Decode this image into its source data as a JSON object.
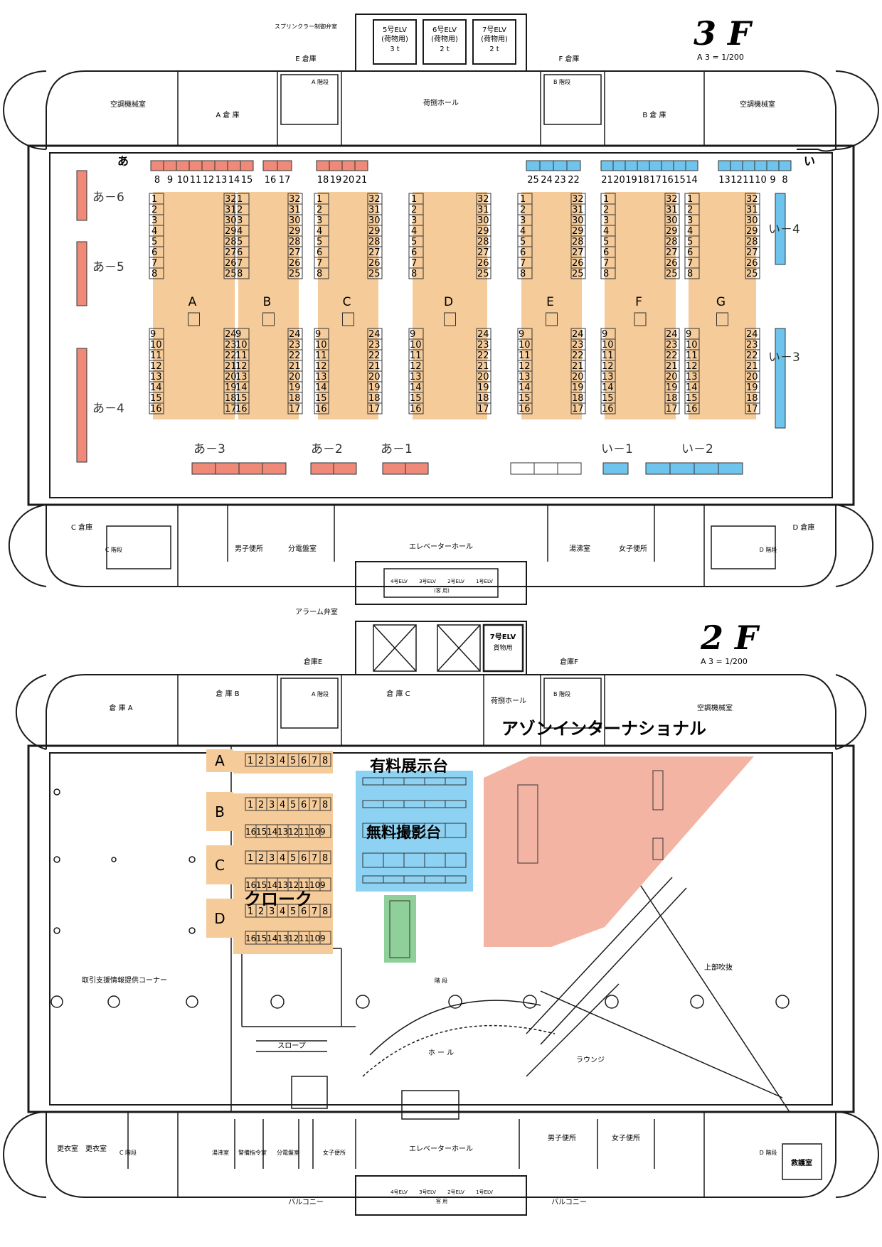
{
  "floor3": {
    "title": "3 F",
    "scale": "A 3 = 1/200",
    "rooms": {
      "elv5": "5号ELV",
      "elv5_sub": "(荷物用)",
      "elv5_cap": "3 t",
      "elv6": "6号ELV",
      "elv6_sub": "(荷物用)",
      "elv6_cap": "2 t",
      "elv7": "7号ELV",
      "elv7_sub": "(荷物用)",
      "elv7_cap": "2 t",
      "sprinkler": "スプリンクラー制御弁室",
      "e_storage": "E 倉庫",
      "f_storage": "F 倉庫",
      "a_stairs": "A 階段",
      "b_stairs": "B 階段",
      "cargo_hall": "荷捌ホール",
      "ac_left": "空調機械室",
      "ac_right": "空調機械室",
      "a_storage": "A 倉 庫",
      "b_storage": "B 倉 庫",
      "c_storage": "C 倉庫",
      "d_storage": "D 倉庫",
      "mens": "男子便所",
      "dist": "分電盤室",
      "elev_hall": "エレベーターホール",
      "kettle": "湯沸室",
      "womens": "女子便所",
      "elv4": "4号ELV",
      "elv3": "3号ELV",
      "elv2": "2号ELV",
      "elv1": "1号ELV",
      "elv_guest": "(客 用)",
      "c_stairs": "C 階段",
      "d_stairs": "D 階段"
    },
    "zone_a": "あ",
    "zone_i": "い",
    "a_wall_nums": [
      "8",
      "9",
      "10",
      "11",
      "12",
      "13",
      "14",
      "15"
    ],
    "a_1617": [
      "16",
      "17"
    ],
    "a_1821": [
      "18",
      "19",
      "20",
      "21"
    ],
    "i_2522": [
      "25",
      "24",
      "23",
      "22"
    ],
    "i_2114": [
      "21",
      "20",
      "19",
      "18",
      "17",
      "16",
      "15",
      "14"
    ],
    "i_138": [
      "13",
      "12",
      "11",
      "10",
      "9",
      "8"
    ],
    "side_labels": {
      "a6": "あ－6",
      "a5": "あ－5",
      "a4": "あ－4",
      "i4": "い－4",
      "i3": "い－3"
    },
    "bottom_labels": {
      "a3": "あ－3",
      "a2": "あ－2",
      "a1": "あ－1",
      "i1": "い－1",
      "i2": "い－2"
    },
    "islands": [
      "A",
      "B",
      "C",
      "D",
      "E",
      "F",
      "G"
    ],
    "island_left_top": [
      "1",
      "2",
      "3",
      "4",
      "5",
      "6",
      "7",
      "8"
    ],
    "island_right_top": [
      "32",
      "31",
      "30",
      "29",
      "28",
      "27",
      "26",
      "25"
    ],
    "island_left_bottom": [
      "9",
      "10",
      "11",
      "12",
      "13",
      "14",
      "15",
      "16"
    ],
    "island_right_bottom": [
      "24",
      "23",
      "22",
      "21",
      "20",
      "19",
      "18",
      "17"
    ]
  },
  "floor2": {
    "title": "2 F",
    "scale": "A 3 = 1/200",
    "rooms": {
      "alarm": "アラーム弁室",
      "elv7": "7号ELV",
      "elv7_sub": "貨物用",
      "storage_e": "倉庫E",
      "storage_f": "倉庫F",
      "storage_a": "倉 庫 A",
      "storage_b": "倉 庫 B",
      "storage_c": "倉 庫 C",
      "a_stairs": "A 階段",
      "b_stairs": "B 階段",
      "cargo_hall": "荷捌ホール",
      "ac_room": "空調機械室",
      "trade_corner": "取引支援情報提供コーナー",
      "slope": "スロープ",
      "stairs": "階 段",
      "hall": "ホ ー ル",
      "lounge": "ラウンジ",
      "atrium": "上部吹抜",
      "locker1": "更衣室",
      "locker2": "更衣室",
      "c_stairs": "C 階段",
      "kettle": "湯沸室",
      "security": "警備指令室",
      "dist": "分電盤室",
      "womens_l": "女子便所",
      "elev_hall": "エレベーターホール",
      "mens": "男子便所",
      "womens_r": "女子便所",
      "d_stairs": "D 階段",
      "rescue": "救護室",
      "balcony_l": "バルコニー",
      "balcony_r": "バルコニー",
      "elv4": "4号ELV",
      "elv3": "3号ELV",
      "elv2": "2号ELV",
      "elv1": "1号ELV",
      "elv_guest": "客 用"
    },
    "rows": [
      "A",
      "B",
      "C",
      "D"
    ],
    "row_top_nums": [
      "1",
      "2",
      "3",
      "4",
      "5",
      "6",
      "7",
      "8"
    ],
    "row_bottom_nums": [
      "16",
      "15",
      "14",
      "13",
      "12",
      "11",
      "10",
      "9"
    ],
    "paid_display": "有料展示台",
    "free_photo": "無料撮影台",
    "cloak": "クローク",
    "exhibitor": "アゾンインターナショナル"
  },
  "colors": {
    "orange": "#f5cb9a",
    "salmon": "#ef8a79",
    "blue": "#6fc4ed",
    "exhibitor_bg": "#f4b4a4",
    "paid_bg": "#8ed2f3",
    "green": "#8fcf9a",
    "line": "#1a1a1a"
  }
}
